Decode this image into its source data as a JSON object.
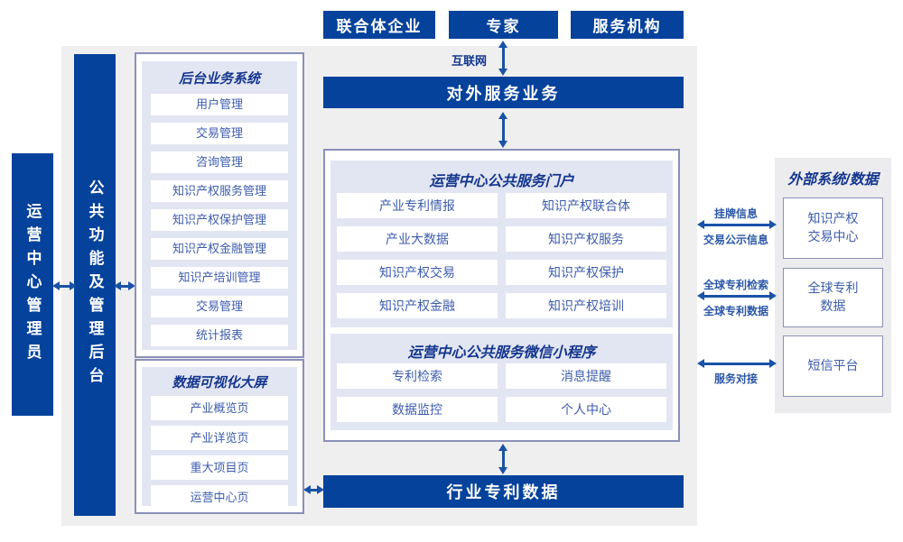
{
  "colors": {
    "primary_blue": "#04429c",
    "arrow_blue": "#1a52a8",
    "panel_border": "#8b90b8",
    "subpanel_lavender": "#e2e5f2",
    "item_text_blue": "#3d5cae",
    "header_text_navy": "#14368e",
    "background_gray": "#efeff0"
  },
  "top_actors": [
    "联合体企业",
    "专家",
    "服务机构"
  ],
  "internet_label": "互联网",
  "external_service_banner": "对外服务业务",
  "admin_bar_label": "运营中心管理员",
  "public_backend_bar_label": "公共功能及管理后台",
  "backoffice": {
    "title": "后台业务系统",
    "items": [
      "用户管理",
      "交易管理",
      "咨询管理",
      "知识产权服务管理",
      "知识产权保护管理",
      "知识产权金融管理",
      "知识产培训管理",
      "交易管理",
      "统计报表"
    ]
  },
  "dataviz": {
    "title": "数据可视化大屏",
    "items": [
      "产业概览页",
      "产业详览页",
      "重大项目页",
      "运营中心页"
    ]
  },
  "portal": {
    "title": "运营中心公共服务门户",
    "items": [
      "产业专利情报",
      "知识产权联合体",
      "产业大数据",
      "知识产权服务",
      "知识产权交易",
      "知识产权保护",
      "知识产权金融",
      "知识产权培训"
    ]
  },
  "miniprogram": {
    "title": "运营中心公共服务微信小程序",
    "items": [
      "专利检索",
      "消息提醒",
      "数据监控",
      "个人中心"
    ]
  },
  "industry_data_banner": "行业专利数据",
  "external_systems": {
    "title": "外部系统/数据",
    "boxes": [
      "知识产权\n交易中心",
      "全球专利\n数据",
      "短信平台"
    ]
  },
  "link_labels": {
    "listing_info": "挂牌信息",
    "trade_publicity_info": "交易公示信息",
    "global_patent_search": "全球专利检索",
    "global_patent_data": "全球专利数据",
    "service_connect": "服务对接"
  }
}
